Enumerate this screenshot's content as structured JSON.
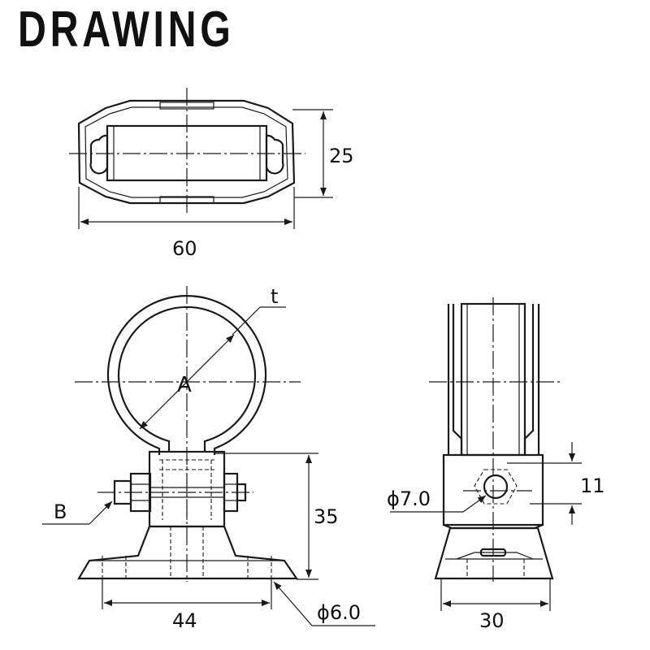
{
  "title": "DRAWING",
  "dimensions": {
    "top_width": "60",
    "top_height": "25",
    "front_inner_diameter": "A",
    "thickness": "t",
    "bolt": "B",
    "front_height": "35",
    "front_base_width": "44",
    "base_hole": "ϕ6.0",
    "side_hole": "ϕ7.0",
    "side_offset": "11",
    "side_width": "30"
  }
}
